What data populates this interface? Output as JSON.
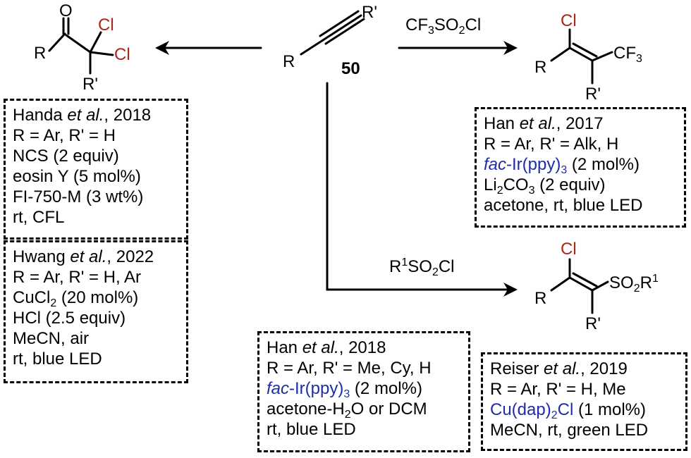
{
  "center": {
    "R": "R",
    "Rp": "R'",
    "number": "50"
  },
  "left_product": {
    "O": "O",
    "Cl1": "Cl",
    "Cl2": "Cl",
    "R": "R",
    "Rp": "R'"
  },
  "top_right_product": {
    "Cl": "Cl",
    "CF3_main": "CF",
    "CF3_sub": "3",
    "R": "R",
    "Rp": "R'"
  },
  "bottom_right_product": {
    "Cl": "Cl",
    "SO2R1_a": "SO",
    "SO2R1_sub": "2",
    "SO2R1_b": "R",
    "SO2R1_sup": "1",
    "R": "R",
    "Rp": "R'"
  },
  "reagent_top": {
    "a": "CF",
    "a_sub": "3",
    "b": "SO",
    "b_sub": "2",
    "c": "Cl"
  },
  "reagent_bottom": {
    "a": "R",
    "a_sup": "1",
    "b": "SO",
    "b_sub": "2",
    "c": "Cl"
  },
  "boxes": {
    "handa": {
      "author": "Handa ",
      "etal": "et al.",
      "year": ", 2018",
      "l2": "R = Ar, R' = H",
      "l3": "NCS (2 equiv)",
      "l4": "eosin Y (5 mol%)",
      "l5": "FI-750-M (3 wt%)",
      "l6": "rt, CFL"
    },
    "hwang": {
      "author": "Hwang ",
      "etal": "et al.",
      "year": ", 2022",
      "l2": "R = Ar, R' = H, Ar",
      "l3a": "CuCl",
      "l3sub": "2",
      "l3b": " (20 mol%)",
      "l4": "HCl (2.5 equiv)",
      "l5": "MeCN, air",
      "l6": "rt, blue LED"
    },
    "han2017": {
      "author": "Han ",
      "etal": "et al.",
      "year": ", 2017",
      "l2": "R = Ar, R' = Alk, H",
      "l3_fac": "fac",
      "l3_ir": "-Ir(ppy)",
      "l3_sub": "3",
      "l3_rest": " (2 mol%)",
      "l4a": "Li",
      "l4sub": "2",
      "l4b": "CO",
      "l4sub2": "3",
      "l4c": " (2 equiv)",
      "l5": "acetone, rt, blue LED"
    },
    "han2018": {
      "author": "Han ",
      "etal": "et al.",
      "year": ", 2018",
      "l2": "R = Ar, R' = Me, Cy, H",
      "l3_fac": "fac",
      "l3_ir": "-Ir(ppy)",
      "l3_sub": "3",
      "l3_rest": " (2 mol%)",
      "l4a": "acetone-H",
      "l4sub": "2",
      "l4b": "O or DCM",
      "l5": "rt, blue LED"
    },
    "reiser": {
      "author": "Reiser ",
      "etal": "et al.",
      "year": ", 2019",
      "l2": "R = Ar, R' = H, Me",
      "l3a": "Cu(dap)",
      "l3sub": "2",
      "l3b": "Cl",
      "l3rest": " (1 mol%)",
      "l4": "MeCN, rt, green LED"
    }
  }
}
